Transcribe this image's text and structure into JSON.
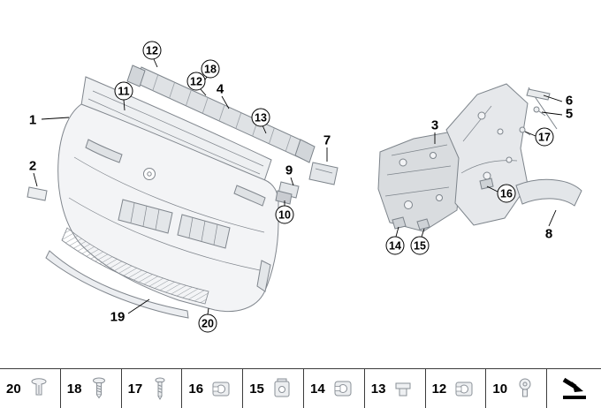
{
  "page": {
    "background": "#ffffff",
    "diagram_line_color": "#000000",
    "part_outline_color": "#80868d",
    "part_fill_color": "#edeff1"
  },
  "diagram": {
    "description": "front bumper trim exploded parts diagram",
    "callouts": [
      {
        "label": "1",
        "shape": "plain"
      },
      {
        "label": "2",
        "shape": "plain"
      },
      {
        "label": "3",
        "shape": "plain"
      },
      {
        "label": "4",
        "shape": "plain"
      },
      {
        "label": "5",
        "shape": "plain"
      },
      {
        "label": "6",
        "shape": "plain"
      },
      {
        "label": "7",
        "shape": "plain"
      },
      {
        "label": "8",
        "shape": "plain"
      },
      {
        "label": "9",
        "shape": "plain"
      },
      {
        "label": "19",
        "shape": "plain"
      },
      {
        "label": "10",
        "shape": "circled"
      },
      {
        "label": "11",
        "shape": "circled"
      },
      {
        "label": "12",
        "shape": "circled"
      },
      {
        "label": "12",
        "shape": "circled"
      },
      {
        "label": "13",
        "shape": "circled"
      },
      {
        "label": "14",
        "shape": "circled"
      },
      {
        "label": "15",
        "shape": "circled"
      },
      {
        "label": "16",
        "shape": "circled"
      },
      {
        "label": "17",
        "shape": "circled"
      },
      {
        "label": "18",
        "shape": "circled"
      },
      {
        "label": "20",
        "shape": "circled"
      }
    ]
  },
  "legend": {
    "items": [
      {
        "label": "20",
        "icon": "expanding-rivet-icon"
      },
      {
        "label": "18",
        "icon": "self-tapping-screw-icon"
      },
      {
        "label": "17",
        "icon": "torx-screw-icon"
      },
      {
        "label": "16",
        "icon": "c-clip-nut-icon"
      },
      {
        "label": "15",
        "icon": "clamp-nut-icon"
      },
      {
        "label": "14",
        "icon": "c-clip-nut-icon"
      },
      {
        "label": "13",
        "icon": "flat-clip-icon"
      },
      {
        "label": "12",
        "icon": "c-clip-nut-icon"
      },
      {
        "label": "10",
        "icon": "dome-head-screw-icon"
      },
      {
        "label": "",
        "icon": "next-page-arrow-icon"
      }
    ]
  }
}
